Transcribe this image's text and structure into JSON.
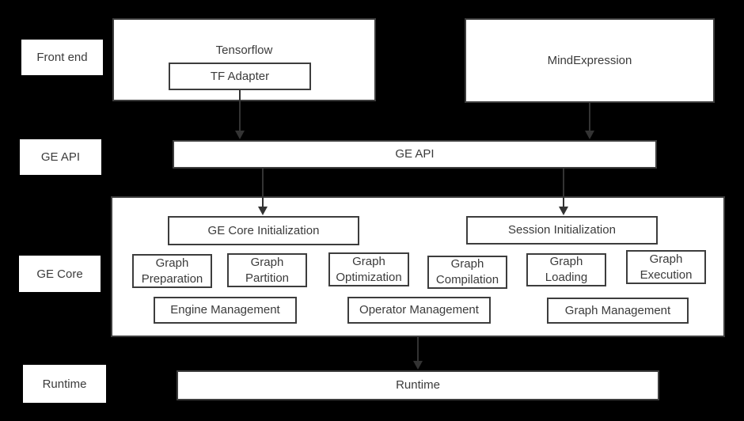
{
  "diagram": {
    "side_labels": {
      "front_end": "Front end",
      "ge_api": "GE API",
      "ge_core": "GE Core",
      "runtime": "Runtime"
    },
    "nodes": {
      "tensorflow": "Tensorflow",
      "tf_adapter": "TF Adapter",
      "mind_expression": "MindExpression",
      "ge_api": "GE API",
      "runtime": "Runtime"
    },
    "ge_core": {
      "init_left": "GE Core Initialization",
      "init_right": "Session Initialization",
      "modules": [
        {
          "line1": "Graph",
          "line2": "Preparation"
        },
        {
          "line1": "Graph",
          "line2": "Partition"
        },
        {
          "line1": "Graph",
          "line2": "Optimization"
        },
        {
          "line1": "Graph",
          "line2": "Compilation"
        },
        {
          "line1": "Graph",
          "line2": "Loading"
        },
        {
          "line1": "Graph",
          "line2": "Execution"
        }
      ],
      "management": [
        "Engine Management",
        "Operator Management",
        "Graph Management"
      ]
    },
    "colors": {
      "background": "#000000",
      "node_fill": "#ffffff",
      "node_border": "#3d3d3d",
      "text": "#3b3b3b",
      "arrow": "#333333"
    }
  }
}
